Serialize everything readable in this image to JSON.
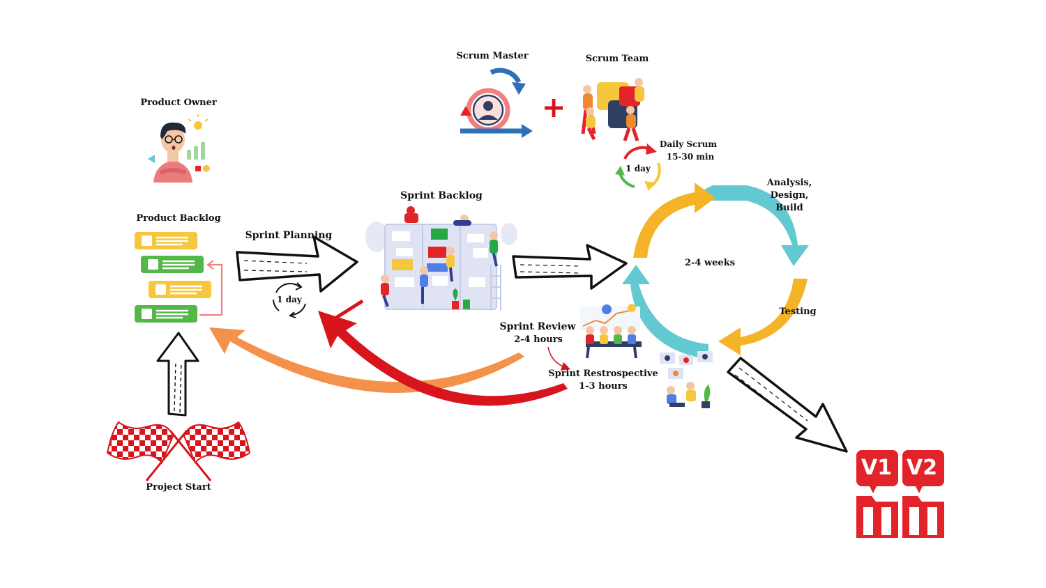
{
  "roles": {
    "product_owner": "Product Owner",
    "scrum_master": "Scrum Master",
    "scrum_team": "Scrum Team",
    "plus": "+"
  },
  "artifacts": {
    "product_backlog": "Product Backlog",
    "sprint_backlog": "Sprint Backlog",
    "project_start": "Project Start"
  },
  "events": {
    "sprint_planning": "Sprint Planning",
    "planning_duration": "1 day",
    "daily_scrum": "Daily Scrum",
    "daily_scrum_time": "15-30 min",
    "daily_duration": "1 day",
    "sprint_review": "Sprint Review",
    "sprint_review_time": "2-4 hours",
    "sprint_retro": "Sprint Restrospective",
    "sprint_retro_time": "1-3 hours"
  },
  "cycle": {
    "center": "2-4 weeks",
    "phase_1_line1": "Analysis,",
    "phase_1_line2": "Design,",
    "phase_1_line3": "Build",
    "phase_2": "Testing"
  },
  "releases": {
    "v1": "V1",
    "v2": "V2"
  },
  "colors": {
    "cycle_yellow": "#f5b428",
    "cycle_teal": "#63c9d1",
    "release_red": "#e3232a",
    "backlog_yellow": "#f6c73d",
    "backlog_green": "#54b848",
    "feedback_orange": "#f4914a",
    "feedback_red": "#d8141c"
  }
}
